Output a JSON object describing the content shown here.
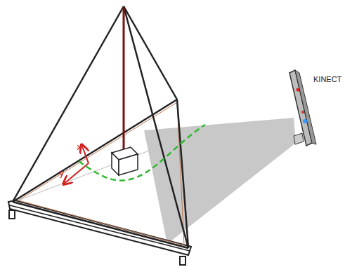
{
  "diagram": {
    "labels": [
      "x",
      "y",
      "KINECT"
    ]
  }
}
